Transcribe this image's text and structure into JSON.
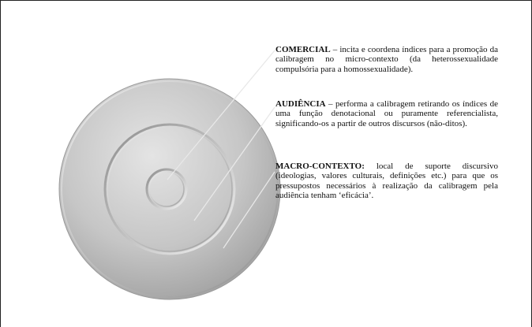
{
  "descriptions": [
    {
      "term": "COMERCIAL",
      "separator": " – ",
      "text": "incita e coordena índices para a promoção da calibragem no micro-contexto (da heterossexualidade compulsória para a homossexualidade)."
    },
    {
      "term": "AUDIÊNCIA",
      "separator": " – ",
      "text": "performa a calibragem retirando os índices de uma função denotacional ou puramente referencialista, significando-os a partir de outros discursos (não-ditos)."
    },
    {
      "term": "MACRO-CONTEXTO:",
      "separator": " ",
      "text": "local de suporte discursivo (ideologias, valores culturais, definições etc.) para que os pressupostos necessários à realização da calibragem pela audiência tenham ‘eficácia’."
    }
  ],
  "colors": {
    "disc_light": "#e6e6e6",
    "disc_mid": "#c4c4c4",
    "disc_dark": "#8e8e8e",
    "border": "#222222"
  }
}
